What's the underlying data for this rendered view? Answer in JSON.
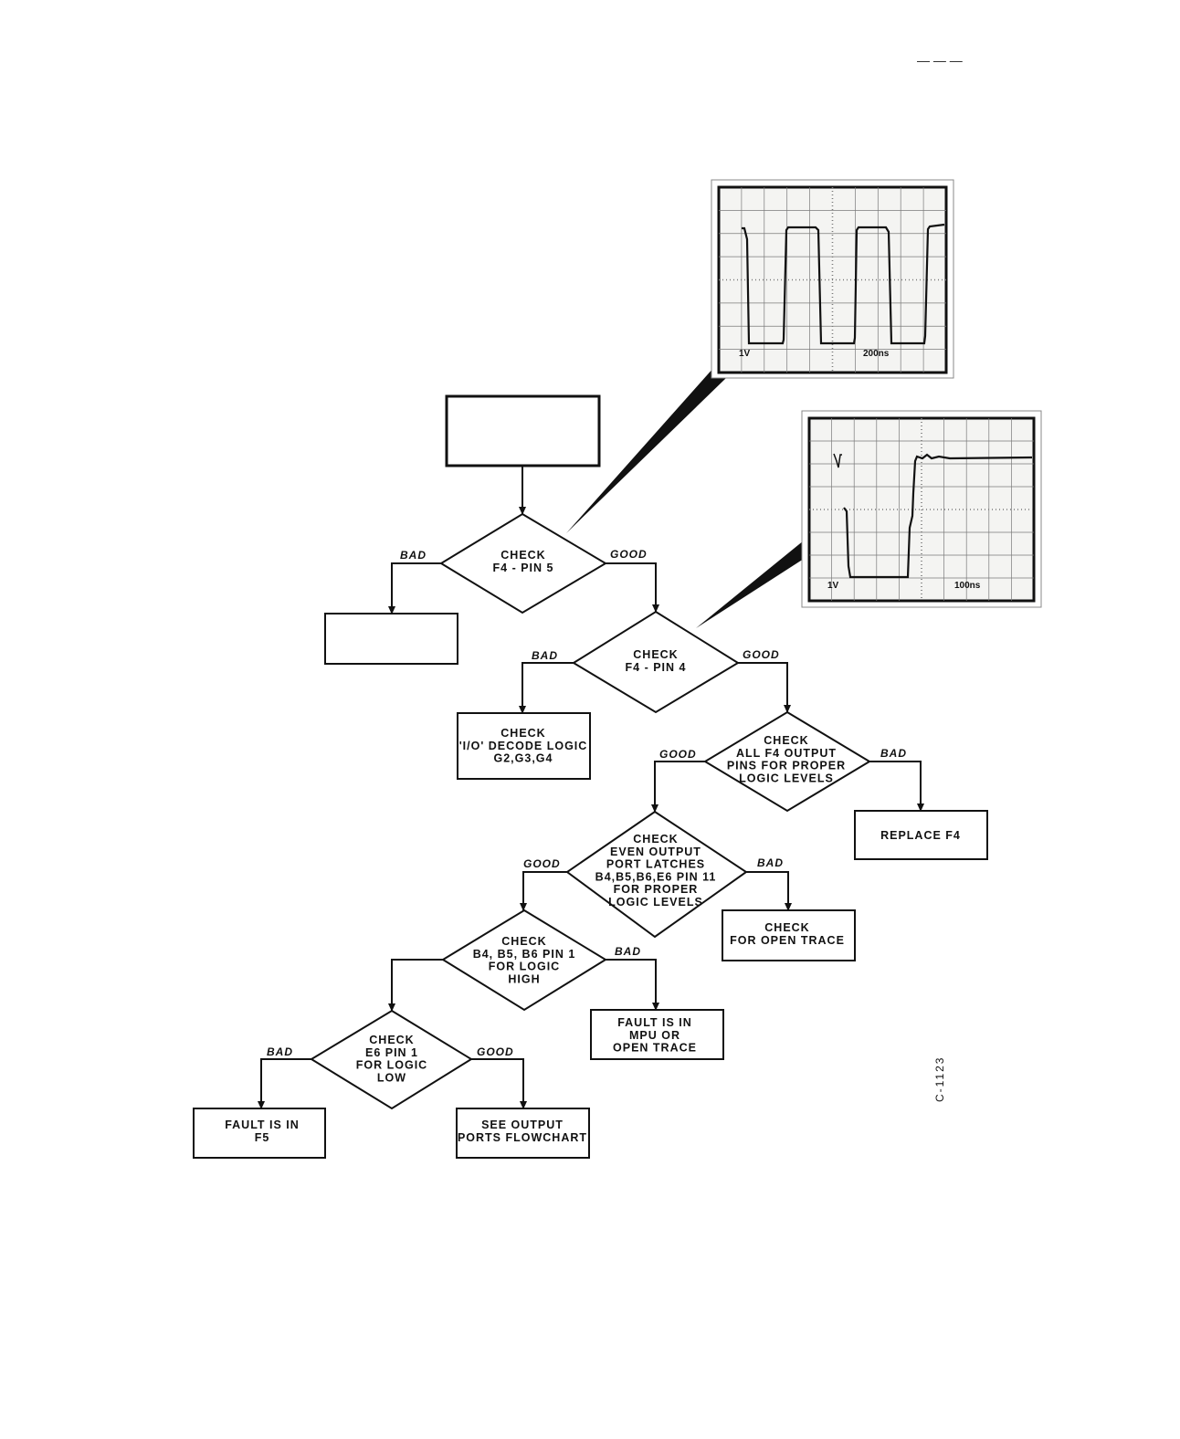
{
  "page": {
    "top_marks": "— — —",
    "figure_id": "C-1123"
  },
  "colors": {
    "ink": "#111111",
    "screen": "#f4f4f2",
    "grid": "#7a7a7a"
  },
  "scopes": {
    "scope1": {
      "volts": "1V",
      "time": "200ns"
    },
    "scope2": {
      "volts": "1V",
      "time": "100ns"
    }
  },
  "flowchart": {
    "nodes": {
      "start": {
        "lines": []
      },
      "d1": {
        "lines": [
          "CHECK",
          "F4 - PIN 5"
        ]
      },
      "b1": {
        "lines": []
      },
      "d2": {
        "lines": [
          "CHECK",
          "F4 - PIN 4"
        ]
      },
      "b2": {
        "lines": [
          "CHECK",
          "'I/O' DECODE LOGIC",
          "G2,G3,G4"
        ]
      },
      "d3": {
        "lines": [
          "CHECK",
          "ALL F4 OUTPUT",
          "PINS FOR PROPER",
          "LOGIC LEVELS"
        ]
      },
      "b3": {
        "lines": [
          "REPLACE F4"
        ]
      },
      "d4": {
        "lines": [
          "CHECK",
          "EVEN OUTPUT",
          "PORT LATCHES",
          "B4,B5,B6,E6 PIN 11",
          "FOR PROPER",
          "LOGIC LEVELS"
        ]
      },
      "b4": {
        "lines": [
          "CHECK",
          "FOR OPEN TRACE"
        ]
      },
      "d5": {
        "lines": [
          "CHECK",
          "B4, B5, B6  PIN 1",
          "FOR  LOGIC",
          "HIGH"
        ]
      },
      "b5": {
        "lines": [
          "FAULT IS IN",
          "MPU OR",
          "OPEN TRACE"
        ]
      },
      "d6": {
        "lines": [
          "CHECK",
          "E6 PIN 1",
          "FOR LOGIC",
          "LOW"
        ]
      },
      "b6": {
        "lines": [
          "FAULT IS IN",
          "F5"
        ]
      },
      "b7": {
        "lines": [
          "SEE  OUTPUT",
          "PORTS FLOWCHART"
        ]
      }
    },
    "edge_labels": {
      "d1_bad": "BAD",
      "d1_good": "GOOD",
      "d2_bad": "BAD",
      "d2_good": "GOOD",
      "d3_good": "GOOD",
      "d3_bad": "BAD",
      "d4_good": "GOOD",
      "d4_bad": "BAD",
      "d5_bad": "BAD",
      "d6_bad": "BAD",
      "d6_good": "GOOD"
    }
  }
}
